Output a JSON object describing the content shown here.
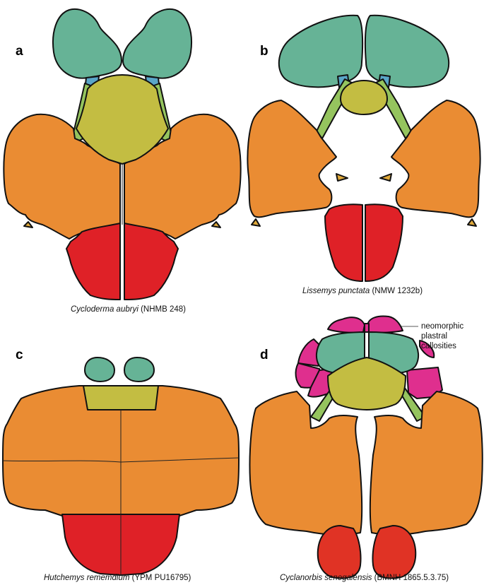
{
  "colors": {
    "epiplastron": "#66b396",
    "entoplastron": "#c3bd42",
    "hyo_hypoplastron": "#ea8c33",
    "xiphiplastron": "#df2127",
    "xiphiplastron_d": "#e03325",
    "hyoplastral_process": "#95c45e",
    "blue_element": "#5aa6c8",
    "callosity": "#df2f8e",
    "spike": "#e0a93a"
  },
  "panels": [
    {
      "letter": "a",
      "species": "Cycloderma aubryi",
      "specimen": "(NHMB 248)"
    },
    {
      "letter": "b",
      "species": "Lissemys punctata",
      "specimen": "(NMW 1232b)"
    },
    {
      "letter": "c",
      "species": "Hutchemys rememdium",
      "specimen": "(YPM PU16795)"
    },
    {
      "letter": "d",
      "species": "Cyclanorbis senegalensis",
      "specimen": "(BMNH 1865.5.3.75)"
    }
  ],
  "annotation": {
    "line1": "neomorphic plastral",
    "line2": "callosities"
  }
}
